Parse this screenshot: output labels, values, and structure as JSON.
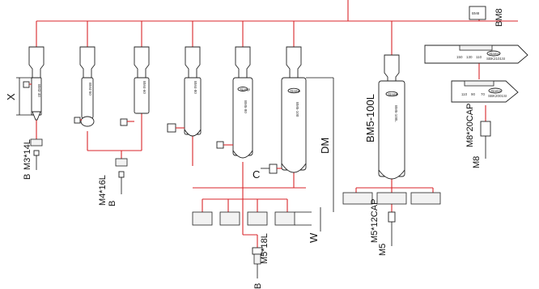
{
  "labels": {
    "x": "X",
    "dm": "DM",
    "w": "W",
    "c": "C",
    "b1": "B",
    "b2": "B",
    "b3": "B",
    "m3": "M3*14L",
    "m4": "M4*16L",
    "m5_18": "M5*18L",
    "bm5_100l": "BM5-100L",
    "bm8": "BM8",
    "m8_cap": "M8*20CAP",
    "m8": "M8",
    "m5_cap": "M5*12CAP",
    "m5": "M5",
    "scale_top": [
      "150",
      "130",
      "110"
    ],
    "scale_bottom": [
      "110",
      "90",
      "70"
    ],
    "bar_texts": [
      "BM3-40",
      "BM4-50",
      "BM4-60",
      "BM4-80",
      "BM5-80",
      "BM5-100",
      "BM5-100L"
    ]
  },
  "brand": {
    "logo": "Stamp",
    "model_top": "SBK2101SI",
    "model_bottom": "SBK2001SI"
  },
  "colors": {
    "connector": "#d9262b",
    "outline": "#222222"
  }
}
